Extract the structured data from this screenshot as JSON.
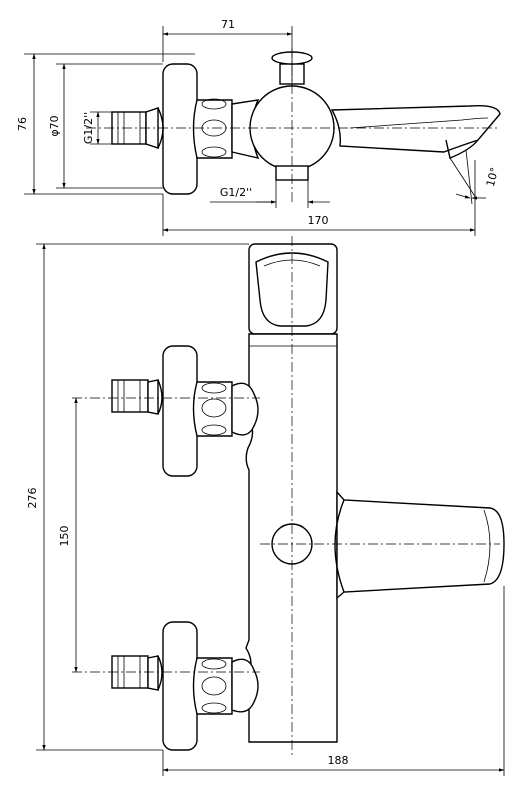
{
  "diagram": {
    "top_view": {
      "dim_spout_axis": "71",
      "dim_height": "76",
      "dim_diameter": "φ70",
      "dim_inlet_thread": "G1/2''",
      "dim_outlet_thread": "G1/2''",
      "dim_length": "170",
      "dim_angle": "10°"
    },
    "front_view": {
      "dim_height": "276",
      "dim_centers": "150",
      "dim_width": "188"
    }
  }
}
